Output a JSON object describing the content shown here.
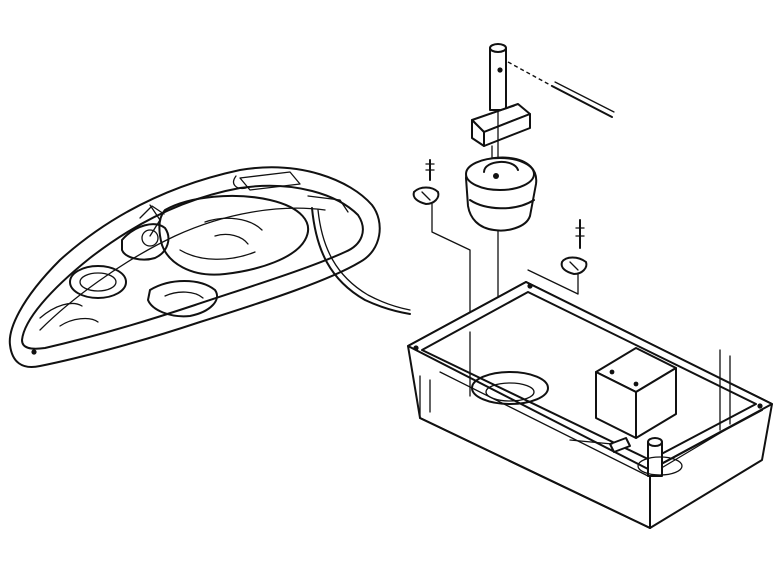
{
  "diagram": {
    "background": "#ffffff",
    "ink": "#111111",
    "parts": [
      "boat-overview",
      "cable-harness",
      "pivot-pin",
      "rod-shaft",
      "mount-bracket",
      "bowl-housing",
      "left-screw",
      "left-clip",
      "right-screw",
      "right-clip",
      "storage-tray",
      "tray-inner-box",
      "tray-post"
    ]
  }
}
